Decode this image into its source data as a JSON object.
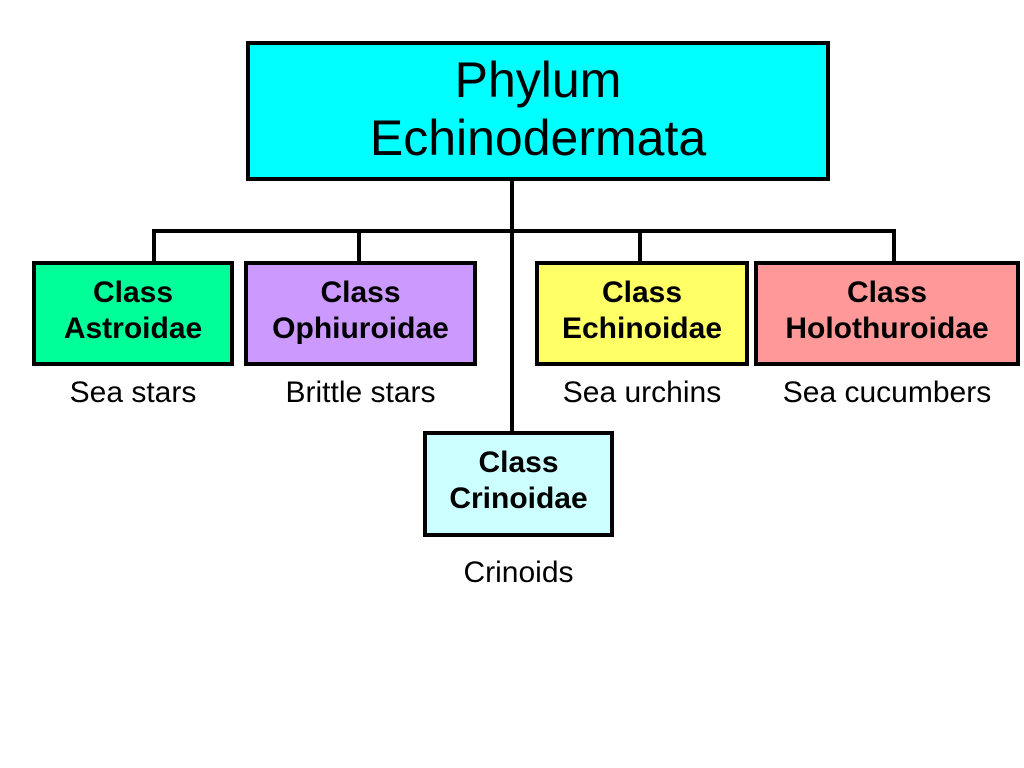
{
  "root": {
    "line1": "Phylum",
    "line2": "Echinodermata",
    "color": "#00FFFF"
  },
  "classes": {
    "astroidae": {
      "line1": "Class",
      "line2": "Astroidae",
      "common_name": "Sea stars",
      "color": "#00FF99"
    },
    "ophiuroidae": {
      "line1": "Class",
      "line2": "Ophiuroidae",
      "common_name": "Brittle stars",
      "color": "#CC99FF"
    },
    "echinoidae": {
      "line1": "Class",
      "line2": "Echinoidae",
      "common_name": "Sea urchins",
      "color": "#FFFF66"
    },
    "holothuroidae": {
      "line1": "Class",
      "line2": "Holothuroidae",
      "common_name": "Sea cucumbers",
      "color": "#FF9999"
    },
    "crinoidae": {
      "line1": "Class",
      "line2": "Crinoidae",
      "common_name": "Crinoids",
      "color": "#CCFFFF"
    }
  }
}
